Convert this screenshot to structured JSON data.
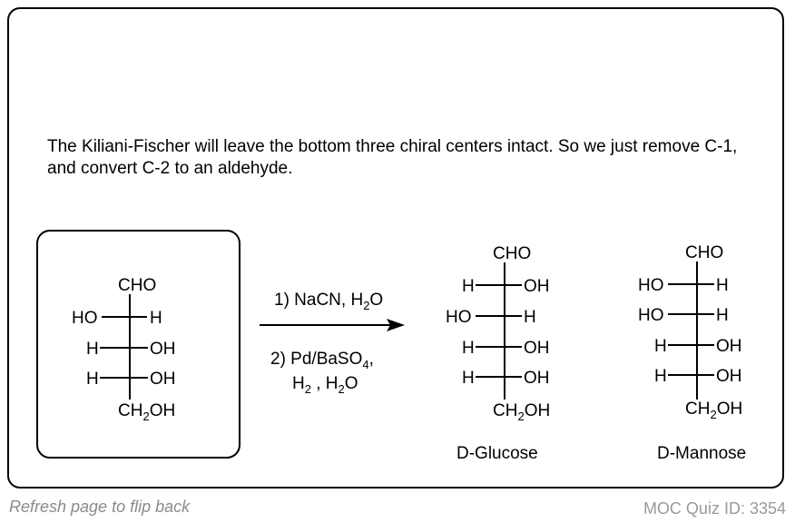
{
  "explanation": "The Kiliani-Fischer will leave the bottom three chiral centers intact. So we just remove C-1, and convert C-2 to an aldehyde.",
  "reagents": {
    "step1": "1) NaCN, H",
    "step1_sub": "2",
    "step1_end": "O",
    "step2_a": "2) Pd/BaSO",
    "step2_a_sub": "4",
    "step2_a_end": ",",
    "step2_b_h": "H",
    "step2_b_sub": "2",
    "step2_b_mid": " , H",
    "step2_b_sub2": "2",
    "step2_b_end": "O"
  },
  "structures": {
    "start": {
      "top": "CH",
      "top_o": "O",
      "rows": [
        {
          "left": "H",
          "left_o": "O",
          "right": "H"
        },
        {
          "left": "H",
          "right_o": "O",
          "right": "H"
        },
        {
          "left": "H",
          "right_o": "O",
          "right": "H"
        }
      ],
      "bottom": "CH",
      "bottom_sub": "2",
      "bottom_o": "O",
      "bottom_h": "H"
    },
    "glucose_label": "D-Glucose",
    "mannose_label": "D-Mannose"
  },
  "footer": {
    "refresh": "Refresh page to flip back",
    "quiz_id": "MOC Quiz ID: 3354"
  },
  "colors": {
    "oxygen": "#ff2a00",
    "footer": "#8a8a8a"
  }
}
